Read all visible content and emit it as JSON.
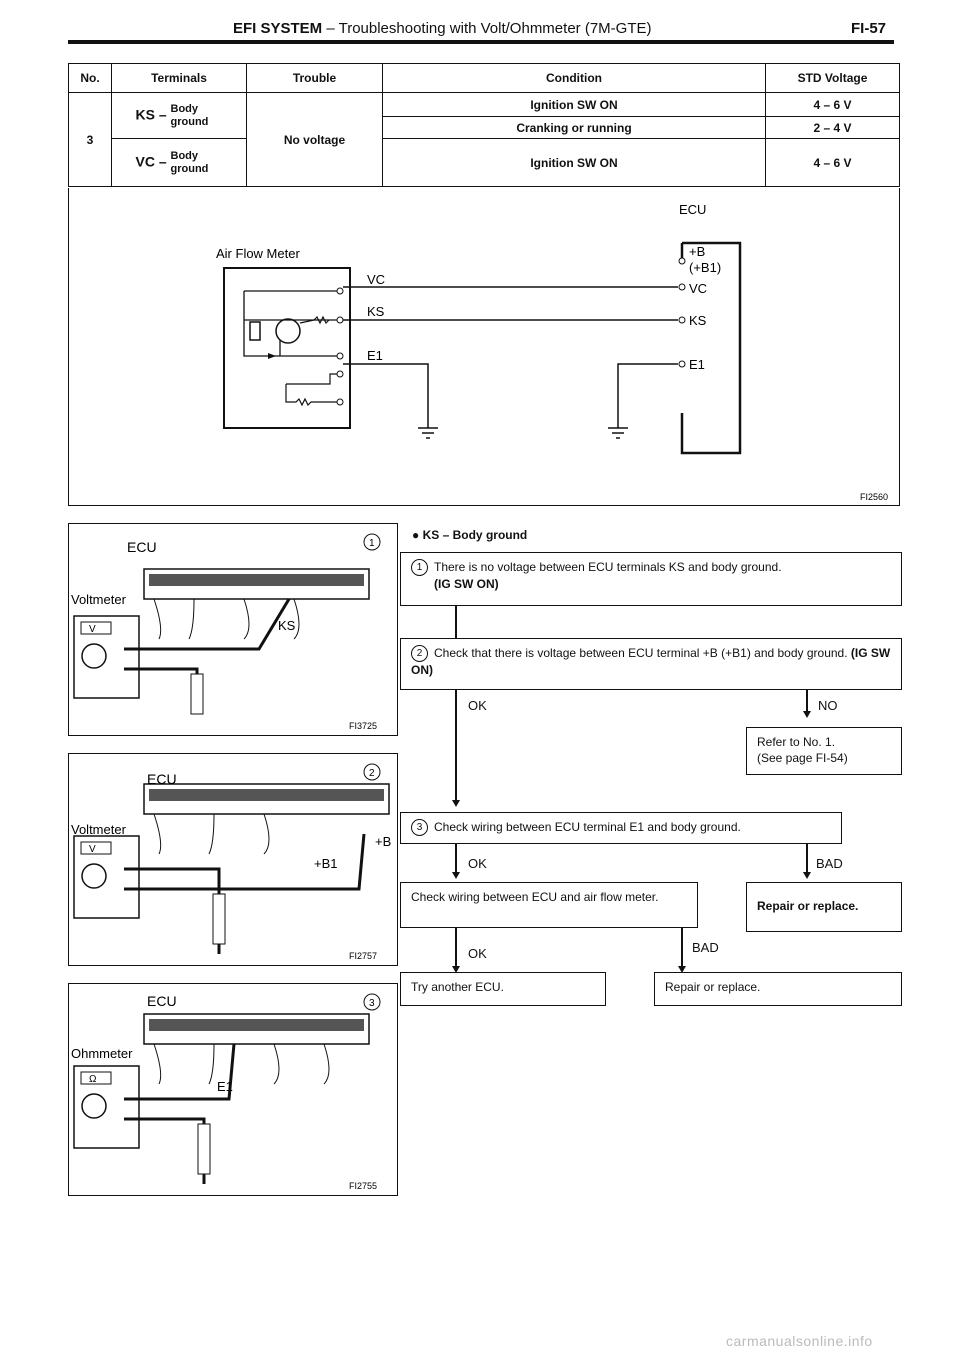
{
  "header": {
    "title": "EFI SYSTEM",
    "subtitle": " – Troubleshooting with Volt/Ohmmeter (7M-GTE)",
    "page": "FI-57"
  },
  "table": {
    "headers": [
      "No.",
      "Terminals",
      "Trouble",
      "Condition",
      "STD Voltage"
    ],
    "no": "3",
    "trouble": "No voltage",
    "rows": [
      {
        "terminal": "KS –",
        "ground": "Body ground",
        "condition": "Ignition SW ON",
        "voltage": "4 – 6 V"
      },
      {
        "terminal": "",
        "ground": "",
        "condition": "Cranking or running",
        "voltage": "2 – 4 V"
      },
      {
        "terminal": "VC –",
        "ground": "Body ground",
        "condition": "Ignition SW ON",
        "voltage": "4 – 6 V"
      }
    ]
  },
  "circuit": {
    "ecu_label": "ECU",
    "afm_label": "Air Flow Meter",
    "left_terms": [
      "VC",
      "KS",
      "E1"
    ],
    "right_terms": [
      "+B",
      "(+B1)",
      "VC",
      "KS",
      "E1"
    ],
    "fig_id": "FI2560"
  },
  "photos": [
    {
      "ecu": "ECU",
      "meter": "Voltmeter",
      "meter_sym": "V",
      "step": "1",
      "probe": [
        "KS"
      ],
      "fig": "FI3725"
    },
    {
      "ecu": "ECU",
      "meter": "Voltmeter",
      "meter_sym": "V",
      "step": "2",
      "probe": [
        "+B1",
        "+B"
      ],
      "fig": "FI2757"
    },
    {
      "ecu": "ECU",
      "meter": "Ohmmeter",
      "meter_sym": "Ω",
      "step": "3",
      "probe": [
        "E1"
      ],
      "fig": "FI2755"
    }
  ],
  "flow": {
    "heading": "KS – Body ground",
    "step1": {
      "num": "1",
      "text": "There is no voltage between ECU terminals KS and body ground.",
      "sub": "(IG SW ON)"
    },
    "step2": {
      "num": "2",
      "text": "Check that there is voltage between ECU terminal +B (+B1) and body ground.",
      "sub": "(IG SW ON)"
    },
    "ok": "OK",
    "no": "NO",
    "refer": "Refer to No. 1.",
    "refer_page": "(See page FI-54)",
    "step3": {
      "num": "3",
      "text": "Check wiring between ECU terminal E1 and body ground."
    },
    "bad": "BAD",
    "wiring": "Check wiring between ECU and air flow meter.",
    "repair1": "Repair or replace.",
    "try": "Try another ECU.",
    "repair2": "Repair or replace."
  },
  "watermark": "carmanualsonline.info"
}
